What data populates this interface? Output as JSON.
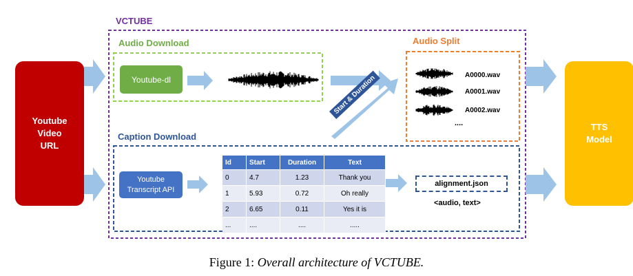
{
  "input": {
    "lines": [
      "Youtube",
      "Video",
      "URL"
    ]
  },
  "output": {
    "lines": [
      "TTS",
      "Model"
    ]
  },
  "vctube_label": "VCTUBE",
  "audio_download": {
    "label": "Audio Download",
    "tool": "Youtube-dl"
  },
  "audio_split": {
    "label": "Audio Split",
    "files": [
      "A0000.wav",
      "A0001.wav",
      "A0002.wav"
    ],
    "more": "...."
  },
  "start_duration_label": "Start & Duration",
  "caption_download": {
    "label": "Caption Download",
    "api_lines": [
      "Youtube",
      "Transcript API"
    ],
    "table": {
      "headers": [
        "Id",
        "Start",
        "Duration",
        "Text"
      ],
      "rows": [
        [
          "0",
          "4.7",
          "1.23",
          "Thank you"
        ],
        [
          "1",
          "5.93",
          "0.72",
          "Oh really"
        ],
        [
          "2",
          "6.65",
          "0.11",
          "Yes it is"
        ],
        [
          "...",
          "....",
          "....",
          "....."
        ]
      ]
    },
    "alignment_file": "alignment.json",
    "pair_label": "<audio, text>"
  },
  "figure_caption": {
    "prefix": "Figure 1:",
    "text": "Overall architecture of VCTUBE."
  },
  "colors": {
    "input": "#c00000",
    "output": "#ffc000",
    "vctube": "#7030a0",
    "audio_download": "#70ad47",
    "audio_split": "#ed7d31",
    "caption_download": "#2e5597",
    "arrow": "#9dc3e6",
    "table_header": "#4472c4"
  }
}
